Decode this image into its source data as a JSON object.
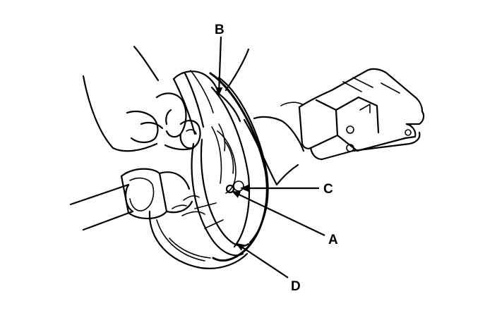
{
  "callouts": [
    {
      "id": "A",
      "label": "A"
    },
    {
      "id": "B",
      "label": "B"
    },
    {
      "id": "C",
      "label": "C"
    },
    {
      "id": "D",
      "label": "D"
    }
  ],
  "colors": {
    "ink": "#000000",
    "background": "#ffffff"
  }
}
